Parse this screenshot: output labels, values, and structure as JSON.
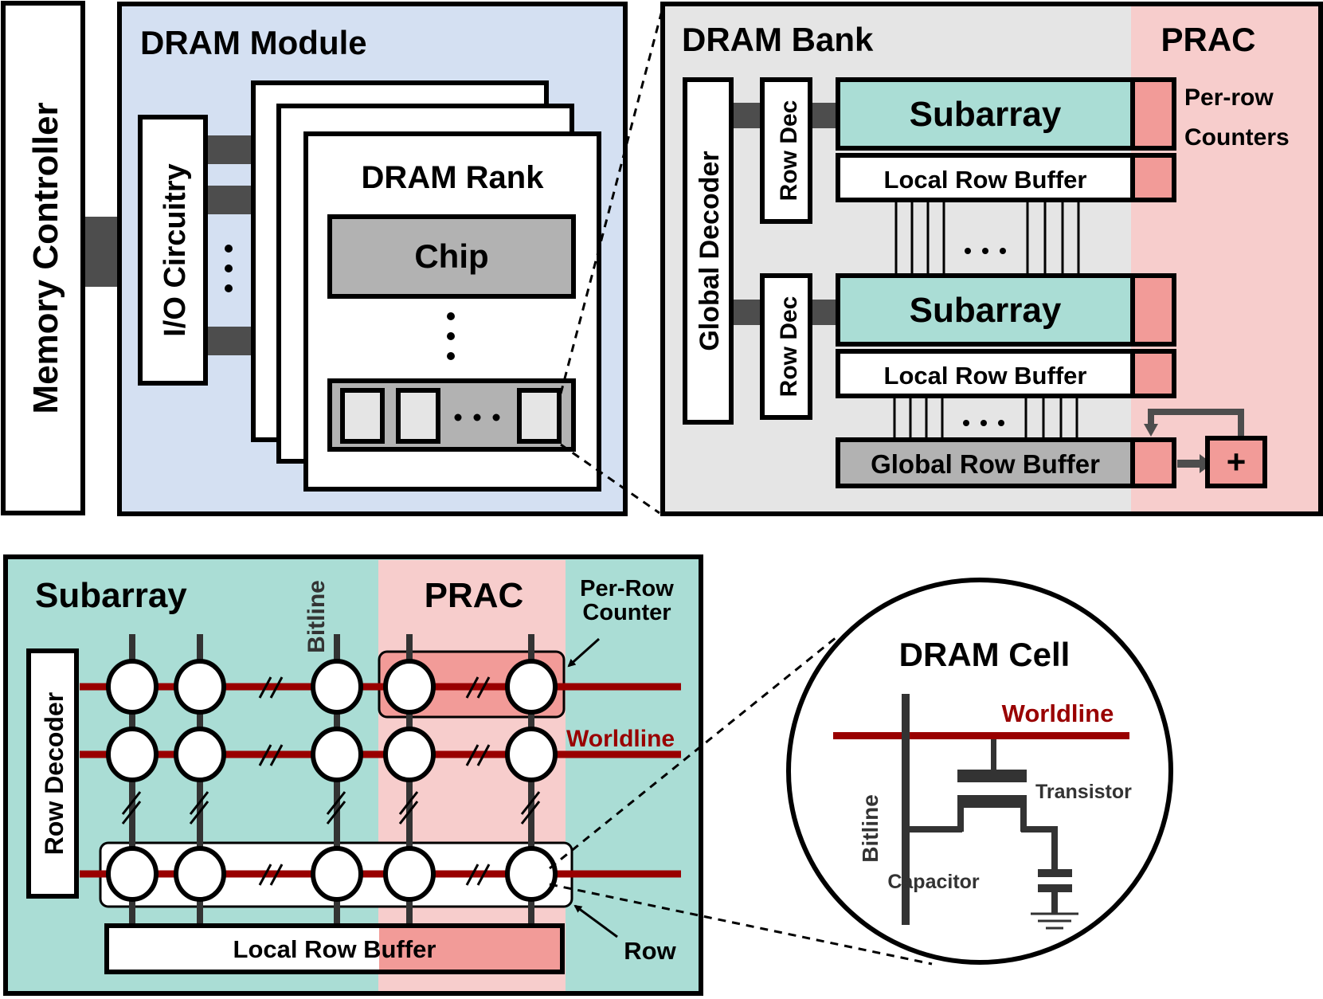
{
  "top_left": {
    "memory_controller": "Memory Controller",
    "module_title": "DRAM Module",
    "io_circuitry": "I/O Circuitry",
    "rank_title": "DRAM Rank",
    "chip_label": "Chip",
    "ellipsis": ". . ."
  },
  "top_right": {
    "bank_title": "DRAM Bank",
    "prac_title": "PRAC",
    "per_row_counters_line1": "Per-row",
    "per_row_counters_line2": "Counters",
    "global_decoder": "Global Decoder",
    "row_dec_1": "Row Dec",
    "row_dec_2": "Row Dec",
    "subarray_1": "Subarray",
    "subarray_2": "Subarray",
    "local_row_buffer_1": "Local Row Buffer",
    "local_row_buffer_2": "Local Row Buffer",
    "global_row_buffer": "Global Row Buffer",
    "adder_symbol": "+",
    "ellipsis": ". . ."
  },
  "bottom_left": {
    "subarray_title": "Subarray",
    "prac_title": "PRAC",
    "bitline_label": "Bitline",
    "per_row_counter_line1": "Per-Row",
    "per_row_counter_line2": "Counter",
    "wordline_label": "Worldline",
    "row_decoder": "Row Decoder",
    "local_row_buffer": "Local Row Buffer",
    "row_label": "Row"
  },
  "bottom_right": {
    "cell_title": "DRAM Cell",
    "wordline_label": "Worldline",
    "bitline_label": "Bitline",
    "transistor_label": "Transistor",
    "capacitor_label": "Capacitor"
  },
  "colors": {
    "module_bg": "#d4e0f2",
    "bank_bg": "#e5e5e5",
    "prac_bg": "#f7cdcc",
    "counter_fill": "#f29b98",
    "subarray_fill": "#aaddd5",
    "chip_fill": "#b2b2b2",
    "wordline": "#990000",
    "wire": "#333333",
    "bus": "#4d4d4d"
  }
}
